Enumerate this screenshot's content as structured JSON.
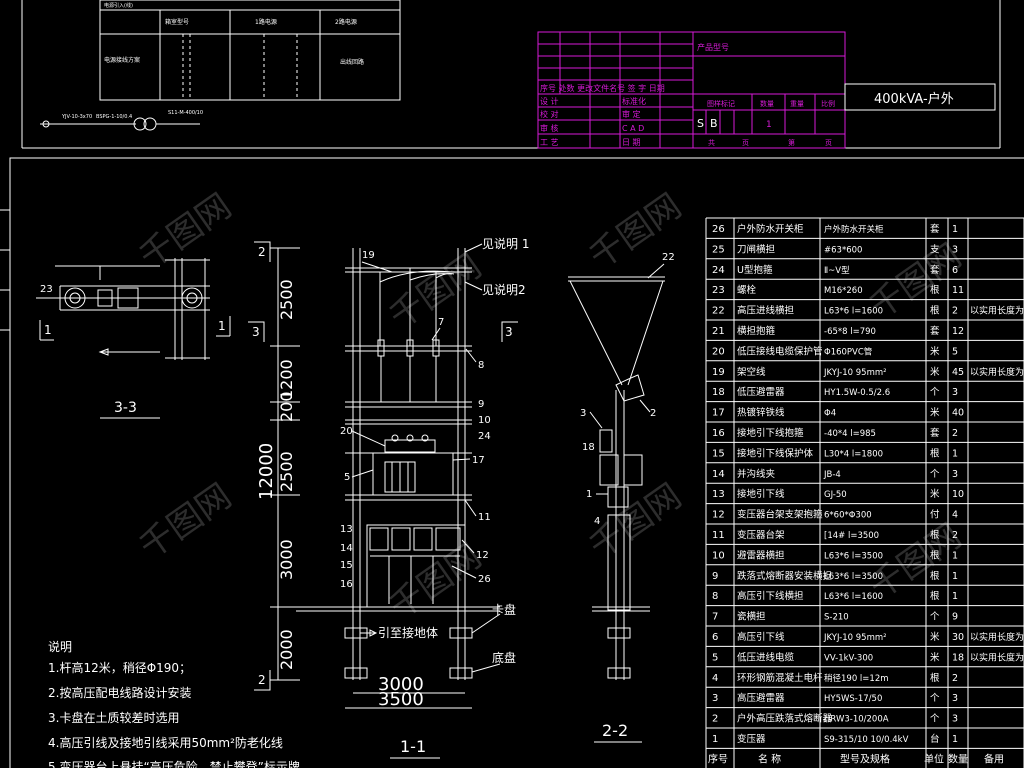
{
  "title_block": {
    "product_label": "产品型号",
    "model_name": "400kVA-户外",
    "header_row": "序号 处数 更改文件名号 签 字 日期",
    "rows": [
      {
        "left": "设  计",
        "mid": "标准化"
      },
      {
        "left": "校  对",
        "mid": "审  定"
      },
      {
        "left": "审  核",
        "mid": "C A D"
      },
      {
        "left": "工  艺",
        "mid": "日  期"
      }
    ],
    "col_labels": [
      "图样标记",
      "数量",
      "重量",
      "比例"
    ],
    "stage": [
      "S",
      "B"
    ],
    "qty_value": "1",
    "sheet_labels": [
      "共",
      "页",
      "第",
      "页"
    ]
  },
  "top_left": {
    "row1": "电源引入(线)",
    "row2_cells": [
      "",
      "箱室型号",
      "1路电源",
      "2路电源"
    ],
    "row3_cells": [
      "电源接线方案",
      "",
      "",
      "出线回路"
    ],
    "line_labels": [
      "YJV-10-3x70",
      "BSPG-1-10/0.4",
      "S11-M-400/10"
    ]
  },
  "views": {
    "v33": "3-3",
    "v11": "1-1",
    "v22": "2-2",
    "notes_title": "说明",
    "notes": [
      "1.杆高12米，稍径Φ190；",
      "2.按高压配电线路设计安装",
      "3.卡盘在土质较差时选用",
      "4.高压引线及接地引线采用50mm²防老化线",
      "5.变压器台上悬挂“高压危险，禁止攀登”标示牌。"
    ],
    "callouts": {
      "note1": "见说明 1",
      "note2": "见说明2",
      "chuck": "卡盘",
      "base": "底盘",
      "ground": "引至接地体"
    },
    "dims": {
      "d2500": "2500",
      "d1200": "1200",
      "d200": "200",
      "d12000": "12000",
      "d2500b": "2500",
      "d3000v": "3000",
      "d2000": "2000",
      "d3000h": "3000",
      "d3500": "3500"
    },
    "nums_11": [
      "19",
      "7",
      "8",
      "9",
      "10",
      "24",
      "20",
      "17",
      "5",
      "11",
      "13",
      "14",
      "15",
      "16",
      "12",
      "26"
    ],
    "nums_22": [
      "22",
      "2",
      "3",
      "18",
      "1",
      "4"
    ],
    "nums_33": [
      "23",
      "1",
      "1"
    ],
    "section_marks": [
      "2",
      "3",
      "3",
      "2"
    ]
  },
  "bom": {
    "title": "设备材料表",
    "headers": [
      "序号",
      "名  称",
      "型号及规格",
      "单位",
      "数量",
      "备用"
    ],
    "rows": [
      [
        "26",
        "户外防水开关柜",
        "户外防水开关柜",
        "套",
        "1",
        ""
      ],
      [
        "25",
        "刀闸横担",
        "#63*600",
        "支",
        "3",
        ""
      ],
      [
        "24",
        "U型抱箍",
        "Ⅱ~Ⅴ型",
        "套",
        "6",
        ""
      ],
      [
        "23",
        "螺栓",
        "M16*260",
        "根",
        "11",
        ""
      ],
      [
        "22",
        "高压进线横担",
        "L63*6 l=1600",
        "根",
        "2",
        "以实用长度为准"
      ],
      [
        "21",
        "横担抱箍",
        "-65*8 l=790",
        "套",
        "12",
        ""
      ],
      [
        "20",
        "低压接线电缆保护管",
        "Φ160PVC管",
        "米",
        "5",
        ""
      ],
      [
        "19",
        "架空线",
        "JKYJ-10 95mm²",
        "米",
        "45",
        "以实用长度为准"
      ],
      [
        "18",
        "低压避雷器",
        "HY1.5W-0.5/2.6",
        "个",
        "3",
        ""
      ],
      [
        "17",
        "热镀锌铁线",
        "Φ4",
        "米",
        "40",
        ""
      ],
      [
        "16",
        "接地引下线抱箍",
        "-40*4 l=985",
        "套",
        "2",
        ""
      ],
      [
        "15",
        "接地引下线保护体",
        "L30*4 l=1800",
        "根",
        "1",
        ""
      ],
      [
        "14",
        "并沟线夹",
        "JB-4",
        "个",
        "3",
        ""
      ],
      [
        "13",
        "接地引下线",
        "GJ-50",
        "米",
        "10",
        ""
      ],
      [
        "12",
        "变压器台架支架抱箍",
        "6*60*Φ300",
        "付",
        "4",
        ""
      ],
      [
        "11",
        "变压器台架",
        "[14# l=3500",
        "根",
        "2",
        ""
      ],
      [
        "10",
        "避雷器横担",
        "L63*6 l=3500",
        "根",
        "1",
        ""
      ],
      [
        "9",
        "跌落式熔断器安装横担",
        "L63*6 l=3500",
        "根",
        "1",
        ""
      ],
      [
        "8",
        "高压引下线横担",
        "L63*6 l=1600",
        "根",
        "1",
        ""
      ],
      [
        "7",
        "瓷横担",
        "S-210",
        "个",
        "9",
        ""
      ],
      [
        "6",
        "高压引下线",
        "JKYJ-10 95mm²",
        "米",
        "30",
        "以实用长度为准"
      ],
      [
        "5",
        "低压进线电缆",
        "VV-1kV-300",
        "米",
        "18",
        "以实用长度为准"
      ],
      [
        "4",
        "环形钢筋混凝土电杆",
        "稍径190 l=12m",
        "根",
        "2",
        ""
      ],
      [
        "3",
        "高压避雷器",
        "HY5WS-17/50",
        "个",
        "3",
        ""
      ],
      [
        "2",
        "户外高压跌落式熔断器",
        "HRW3-10/200A",
        "个",
        "3",
        ""
      ],
      [
        "1",
        "变压器",
        "S9-315/10 10/0.4kV",
        "台",
        "1",
        ""
      ]
    ]
  },
  "watermark": "千图网"
}
